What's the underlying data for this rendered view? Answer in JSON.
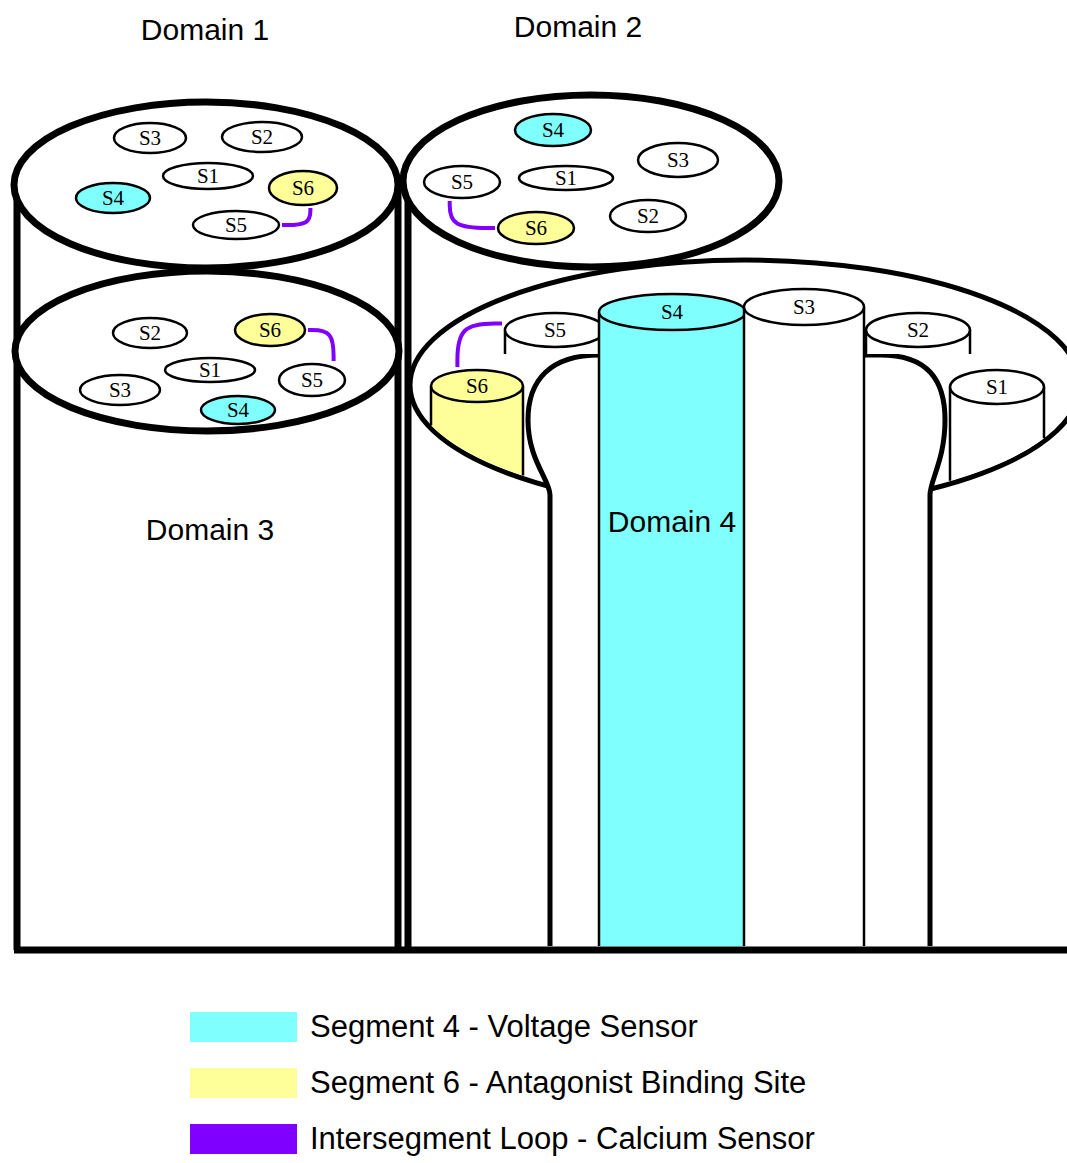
{
  "diagram": {
    "nodes": [
      {
        "text": [
          "Domain 1"
        ]
      },
      {
        "text": [
          "S3"
        ],
        "in": 0
      },
      {
        "text": [
          "S2"
        ],
        "in": 0
      },
      {
        "text": [
          "S1"
        ],
        "in": 0
      },
      {
        "text": [
          "S4"
        ],
        "in": 0
      },
      {
        "text": [
          "S6"
        ],
        "in": 0
      },
      {
        "text": [
          "S5"
        ],
        "in": 0
      },
      {
        "text": [
          "Domain 2"
        ]
      },
      {
        "text": [
          "S4"
        ],
        "in": 7
      },
      {
        "text": [
          "S3"
        ],
        "in": 7
      },
      {
        "text": [
          "S5"
        ],
        "in": 7
      },
      {
        "text": [
          "S1"
        ],
        "in": 7
      },
      {
        "text": [
          "S6"
        ],
        "in": 7
      },
      {
        "text": [
          "S2"
        ],
        "in": 7
      },
      {
        "text": [
          "Domain 3"
        ]
      },
      {
        "text": [
          "S2"
        ],
        "in": 14
      },
      {
        "text": [
          "S6"
        ],
        "in": 14
      },
      {
        "text": [
          "S1"
        ],
        "in": 14
      },
      {
        "text": [
          "S3"
        ],
        "in": 14
      },
      {
        "text": [
          "S5"
        ],
        "in": 14
      },
      {
        "text": [
          "S4"
        ],
        "in": 14
      },
      {
        "text": [
          "Domain 4"
        ]
      },
      {
        "text": [
          "S6"
        ],
        "in": 21
      },
      {
        "text": [
          "S5"
        ],
        "in": 21
      },
      {
        "text": [
          "S4"
        ],
        "in": 21
      },
      {
        "text": [
          "S3"
        ],
        "in": 21
      },
      {
        "text": [
          "S2"
        ],
        "in": 21
      },
      {
        "text": [
          "S1"
        ],
        "in": 21
      }
    ],
    "edges": [
      {
        "from": 6,
        "to": 5,
        "arrow": "none"
      },
      {
        "from": 10,
        "to": 12,
        "arrow": "none"
      },
      {
        "from": 19,
        "to": 16,
        "arrow": "none"
      },
      {
        "from": 23,
        "to": 22,
        "arrow": "none"
      }
    ],
    "legend": [
      {
        "text": "Segment 4 - Voltage Sensor",
        "color": "#80ffff"
      },
      {
        "text": "Segment 6 - Antagonist Binding Site",
        "color": "#ffff99"
      },
      {
        "text": "Intersegment Loop - Calcium Sensor",
        "color": "#8000ff"
      }
    ]
  }
}
